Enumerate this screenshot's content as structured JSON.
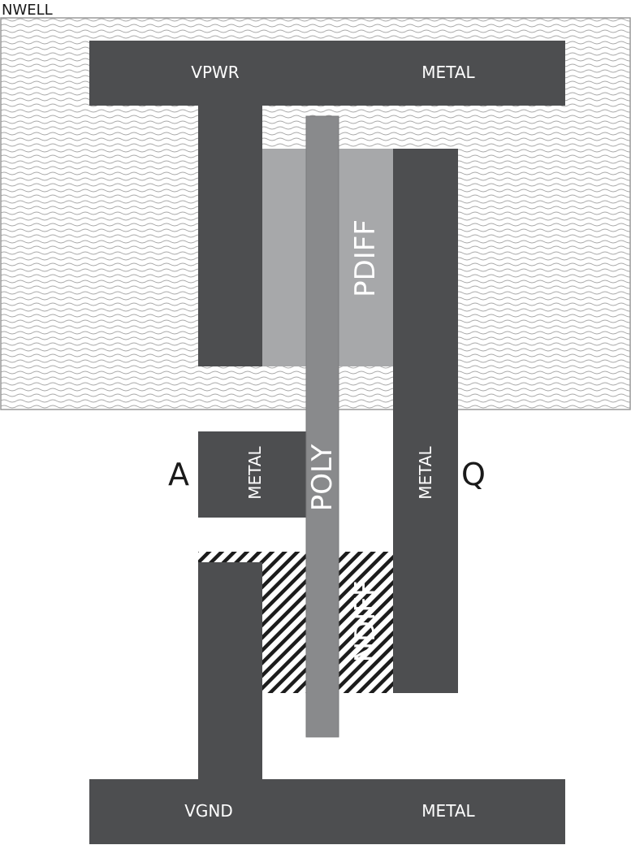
{
  "colors": {
    "background": "#ffffff",
    "nwell_fill": "#ffffff",
    "nwell_wave": "#a9a9a9",
    "nwell_border": "#9a9a9a",
    "metal": "#4d4e50",
    "pdiff": "#a7a8aa",
    "poly": "#898a8c",
    "ndiff_hatch": "#1c1c1c",
    "label_light": "#ffffff",
    "label_dark": "#1a1a1a"
  },
  "layers": {
    "nwell": "NWELL",
    "vpwr_rail": {
      "net": "VPWR",
      "layer": "METAL"
    },
    "vgnd_rail": {
      "net": "VGND",
      "layer": "METAL"
    },
    "pdiff": "PDIFF",
    "ndiff": "NDIFF",
    "poly": "POLY",
    "input_metal": "METAL",
    "output_metal": "METAL"
  },
  "pins": {
    "input": "A",
    "output": "Q"
  }
}
